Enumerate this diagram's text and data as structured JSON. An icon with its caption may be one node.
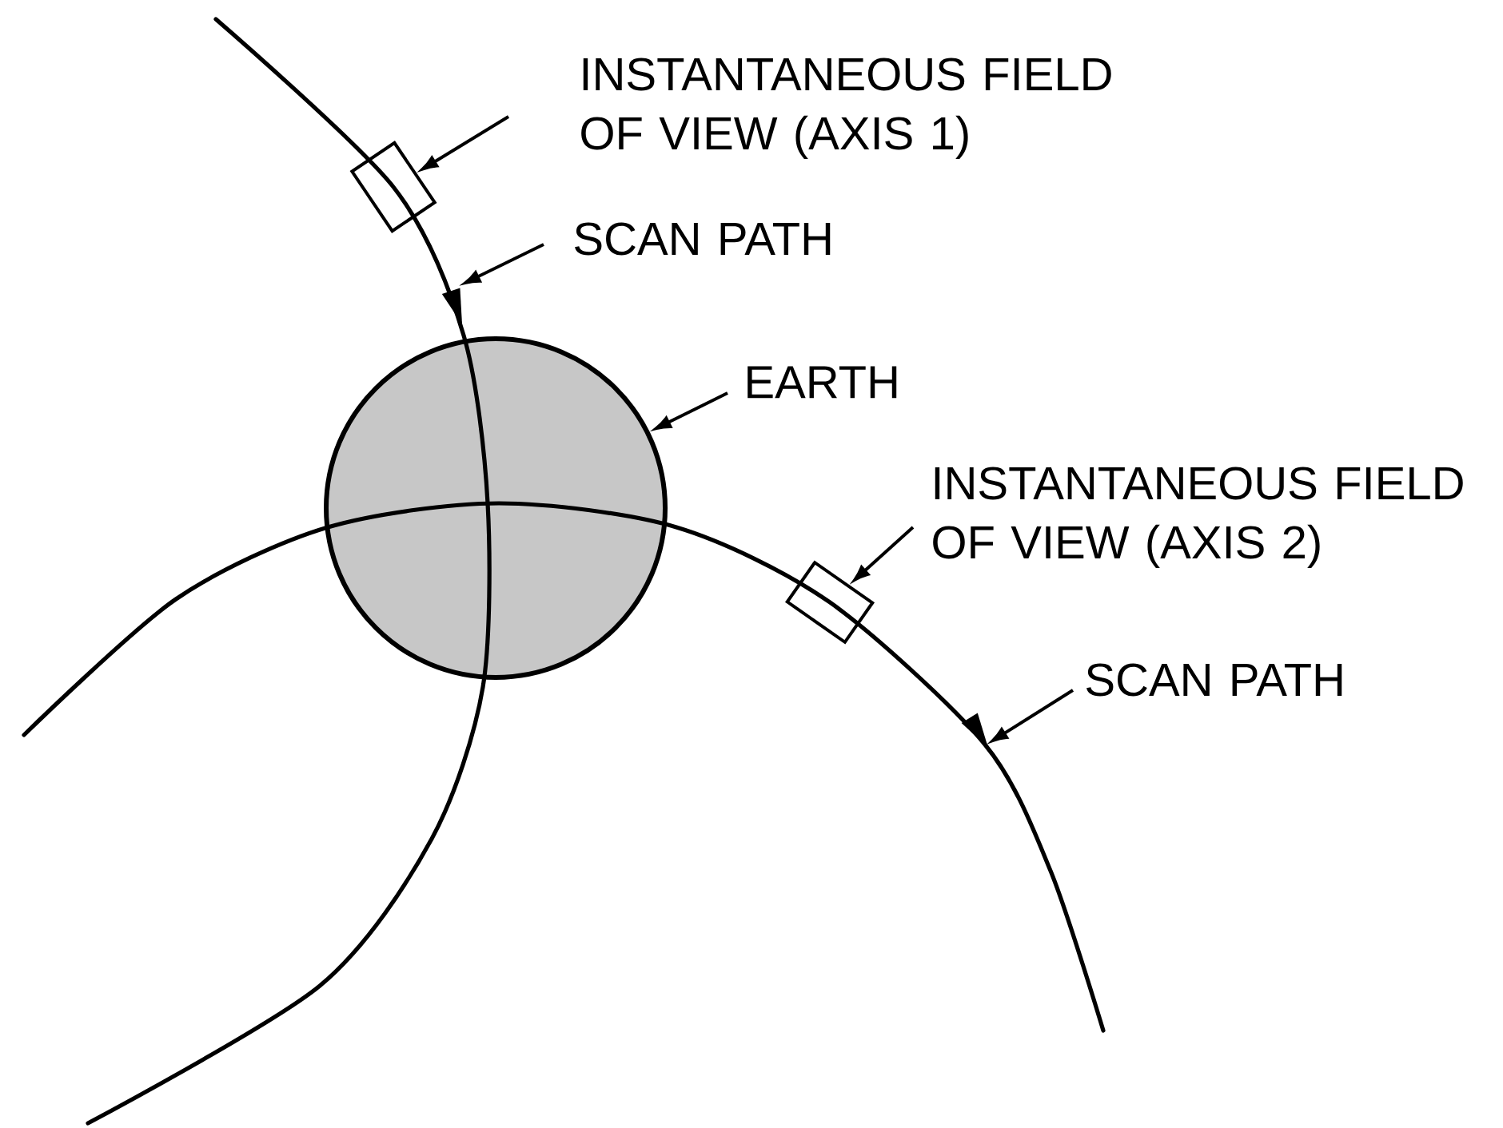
{
  "diagram": {
    "nodes": [
      {
        "text": [
          "INSTANTANEOUS FIELD OF VIEW (AXIS 1)"
        ]
      },
      {
        "text": [],
        "shape": "box"
      },
      {
        "text": [
          "SCAN PATH"
        ]
      },
      {
        "text": [
          "EARTH"
        ]
      },
      {
        "text": [],
        "shape": "circle"
      },
      {
        "text": [
          "INSTANTANEOUS FIELD OF VIEW (AXIS 2)"
        ]
      },
      {
        "text": [],
        "shape": "box"
      },
      {
        "text": [
          "SCAN PATH"
        ]
      }
    ],
    "edges": [
      {
        "from": 0,
        "to": 1,
        "arrow": "to"
      },
      {
        "from": 2,
        "to": null,
        "arrow": "to"
      },
      {
        "from": 3,
        "to": 4,
        "arrow": "to"
      },
      {
        "from": 5,
        "to": 6,
        "arrow": "to"
      },
      {
        "from": 7,
        "to": null,
        "arrow": "to"
      }
    ]
  }
}
